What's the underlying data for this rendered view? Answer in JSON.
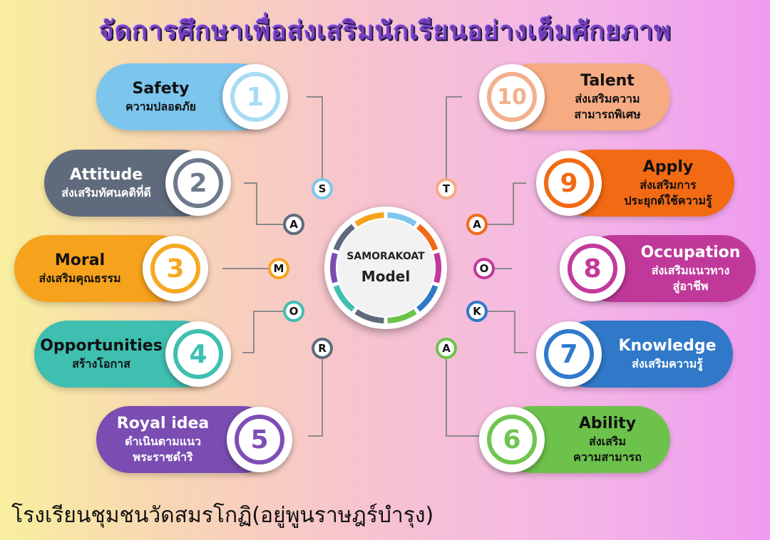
{
  "title": "จัดการศึกษาเพื่อส่งเสริมนักเรียนอย่างเต็มศักยภาพ",
  "center": {
    "name": "SAMORAKOAT",
    "subtitle": "Model"
  },
  "footer": "โรงเรียนชุมชนวัดสมรโกฏิ(อยู่พูนราษฎร์บำรุง)",
  "left_items": [
    {
      "number": "1",
      "en": "Safety",
      "th1": "ความปลอดภัย",
      "th2": "",
      "color": "#7cc6ee",
      "ring": "#a9dcf5",
      "text_color": "#111111"
    },
    {
      "number": "2",
      "en": "Attitude",
      "th1": "ส่งเสริมทัศนคติที่ดี",
      "th2": "",
      "color": "#5f6b7d",
      "ring": "#6e7a8c",
      "text_color": "#ffffff"
    },
    {
      "number": "3",
      "en": "Moral",
      "th1": "ส่งเสริมคุณธรรม",
      "th2": "",
      "color": "#f6a21c",
      "ring": "#f7a823",
      "text_color": "#111111"
    },
    {
      "number": "4",
      "en": "Opportunities",
      "th1": "สร้างโอกาส",
      "th2": "",
      "color": "#3fbfb0",
      "ring": "#3ec0b0",
      "text_color": "#111111"
    },
    {
      "number": "5",
      "en": "Royal idea",
      "th1": "ดำเนินตามแนว",
      "th2": "พระราชดำริ",
      "color": "#7b4db3",
      "ring": "#7e4fb5",
      "text_color": "#ffffff"
    }
  ],
  "right_items": [
    {
      "number": "10",
      "en": "Talent",
      "th1": "ส่งเสริมความ",
      "th2": "สามารถพิเศษ",
      "color": "#f6ab82",
      "ring": "#f2b08c",
      "text_color": "#111111"
    },
    {
      "number": "9",
      "en": "Apply",
      "th1": "ส่งเสริมการ",
      "th2": "ประยุกต์ใช้ความรู้",
      "color": "#f26a14",
      "ring": "#f26a14",
      "text_color": "#111111"
    },
    {
      "number": "8",
      "en": "Occupation",
      "th1": "ส่งเสริมแนวทาง",
      "th2": "สู่อาชีพ",
      "color": "#c0399a",
      "ring": "#c23a9c",
      "text_color": "#ffffff"
    },
    {
      "number": "7",
      "en": "Knowledge",
      "th1": "ส่งเสริมความรู้",
      "th2": "",
      "color": "#2f79c8",
      "ring": "#2f7acb",
      "text_color": "#ffffff"
    },
    {
      "number": "6",
      "en": "Ability",
      "th1": "ส่งเสริม",
      "th2": "ความสามารถ",
      "color": "#6cc24a",
      "ring": "#70c450",
      "text_color": "#111111"
    }
  ],
  "left_letters": [
    {
      "letter": "S",
      "color": "#7cc6ee"
    },
    {
      "letter": "A",
      "color": "#5f6b7d"
    },
    {
      "letter": "M",
      "color": "#f6a21c"
    },
    {
      "letter": "O",
      "color": "#3fbfb0"
    },
    {
      "letter": "R",
      "color": "#5f6b7d"
    }
  ],
  "right_letters": [
    {
      "letter": "T",
      "color": "#f6ab82"
    },
    {
      "letter": "A",
      "color": "#f26a14"
    },
    {
      "letter": "O",
      "color": "#c0399a"
    },
    {
      "letter": "K",
      "color": "#2f79c8"
    },
    {
      "letter": "A",
      "color": "#6cc24a"
    }
  ]
}
